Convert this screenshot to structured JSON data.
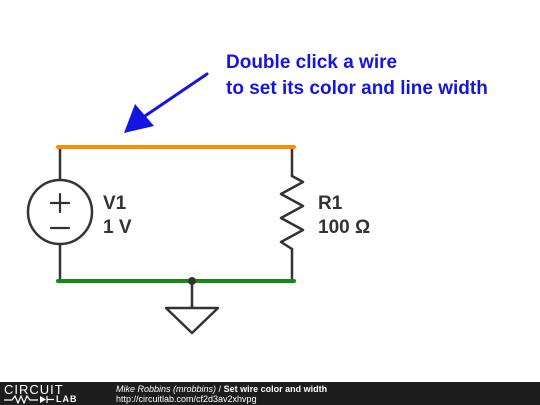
{
  "annotation": {
    "line1": "Double click a wire",
    "line2": "to set its color and line width",
    "color": "#1515e0"
  },
  "components": {
    "v1": {
      "name": "V1",
      "value": "1 V",
      "symbol_plus": "+",
      "symbol_minus": "−"
    },
    "r1": {
      "name": "R1",
      "value": "100 Ω"
    }
  },
  "wires": {
    "top_color": "#ff8c00",
    "bottom_color": "#138a13",
    "default_color": "#333333"
  },
  "footer": {
    "logo_word1": "CIRCUIT",
    "logo_word2": "LAB",
    "author": "Mike Robbins (mrobbins)",
    "separator": " / ",
    "title": "Set wire color and width",
    "url": "http://circuitlab.com/cf2d3av2xhvpg"
  }
}
